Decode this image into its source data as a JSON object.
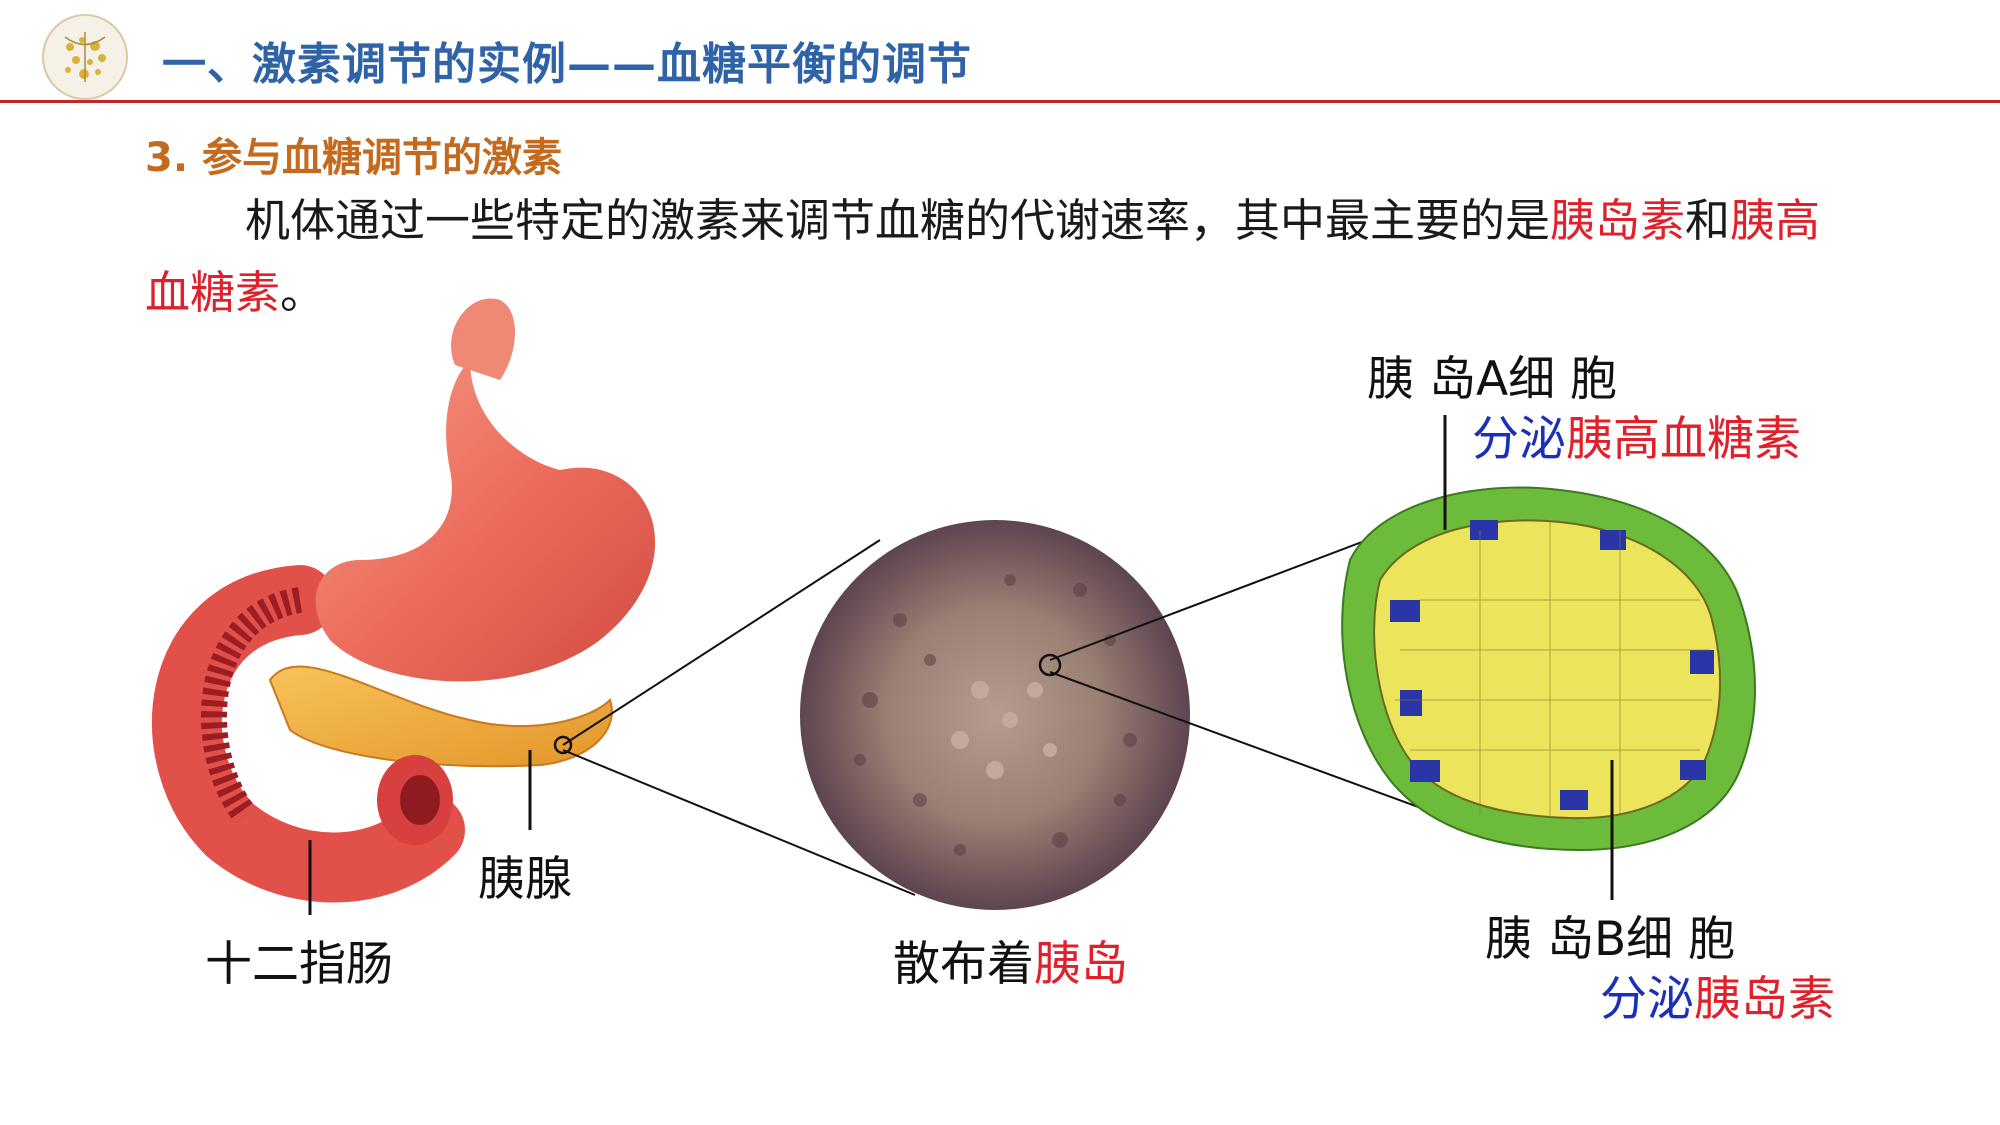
{
  "header": {
    "title": "一、激素调节的实例——血糖平衡的调节"
  },
  "section": {
    "heading": "3. 参与血糖调节的激素",
    "paragraph": {
      "part1": "机体通过一些特定的激素来调节血糖的代谢速率，其中最主要的是",
      "insulin": "胰岛素",
      "part2": "和",
      "glucagon": "胰高血糖素",
      "part3": "。"
    }
  },
  "figure": {
    "duodenum_label": "十二指肠",
    "pancreas_label": "胰腺",
    "islets_label": {
      "prefix": "散布着",
      "highlight": "胰岛"
    },
    "a_cell": {
      "name": "胰 岛A细 胞",
      "secrete": "分泌",
      "hormone": "胰高血糖素"
    },
    "b_cell": {
      "name": "胰 岛B细 胞",
      "secrete": "分泌",
      "hormone": "胰岛素"
    }
  },
  "colors": {
    "title": "#2f63a8",
    "rule": "#c0262c",
    "subtitle": "#c46a1f",
    "highlight_red": "#e0202a",
    "highlight_blue": "#1c2fb8",
    "a_cell": "#6dbb3a",
    "b_cell": "#ece45a",
    "d_cell": "#2a35a8"
  }
}
